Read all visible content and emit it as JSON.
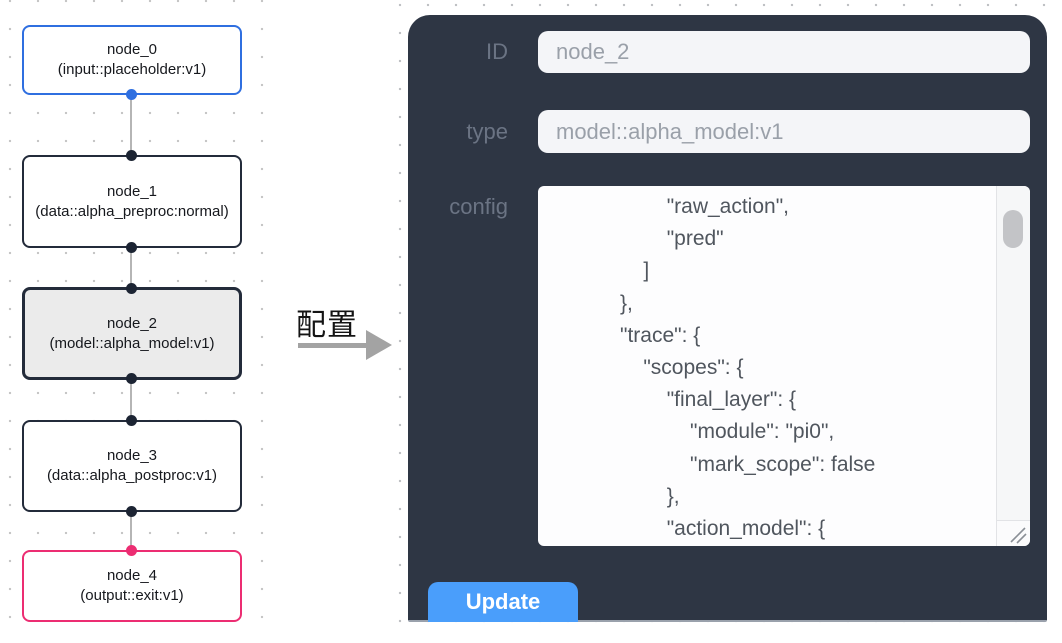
{
  "canvas": {
    "nodes": [
      {
        "title": "node_0",
        "subtitle": "(input::placeholder:v1)",
        "kind": "input"
      },
      {
        "title": "node_1",
        "subtitle": "(data::alpha_preproc:normal)",
        "kind": "data"
      },
      {
        "title": "node_2",
        "subtitle": "(model::alpha_model:v1)",
        "kind": "model",
        "selected": true
      },
      {
        "title": "node_3",
        "subtitle": "(data::alpha_postproc:v1)",
        "kind": "data"
      },
      {
        "title": "node_4",
        "subtitle": "(output::exit:v1)",
        "kind": "output"
      }
    ]
  },
  "transition": {
    "label": "配置",
    "arrow_icon": "right-arrow"
  },
  "panel": {
    "id_label": "ID",
    "id_value": "node_2",
    "type_label": "type",
    "type_value": "model::alpha_model:v1",
    "config_label": "config",
    "config_text": "                    \"raw_action\",\n                    \"pred\"\n                ]\n            },\n            \"trace\": {\n                \"scopes\": {\n                    \"final_layer\": {\n                        \"module\": \"pi0\",\n                        \"mark_scope\": false\n                    },\n                    \"action_model\": {",
    "update_label": "Update"
  },
  "colors": {
    "panel_bg": "#2e3644",
    "accent_blue": "#4a9efb",
    "node_input_border": "#2f6fe0",
    "node_output_border": "#ec2d72",
    "node_border": "#232b3a",
    "node_selected_bg": "#ebebeb",
    "port_dark": "#1c2433",
    "label_gray": "#6b7484",
    "field_bg": "#f4f5f8",
    "field_text": "#9aa0a9",
    "json_text": "#50565e",
    "dot_color": "#c6c6c6",
    "edge_color": "#b5b5b5",
    "arrow_gray": "#a3a3a3"
  }
}
